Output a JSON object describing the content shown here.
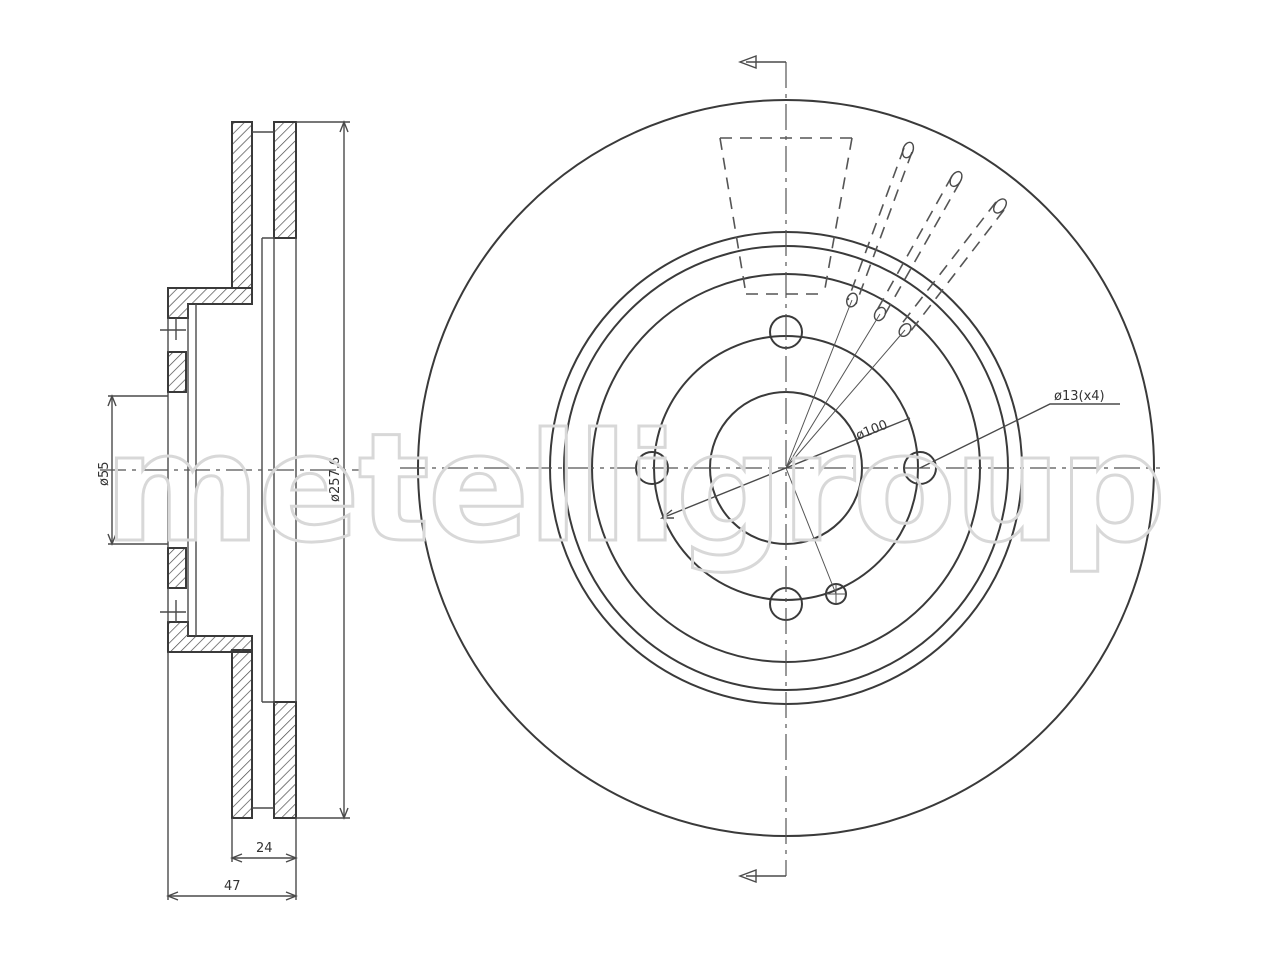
{
  "watermark": "metelligroup",
  "dimensions": {
    "center_bore": "ø55",
    "outer_diameter": "ø257.6",
    "thickness": "24",
    "height": "47",
    "pitch_circle": "ø100",
    "bolt_holes": "ø13(x4)"
  }
}
